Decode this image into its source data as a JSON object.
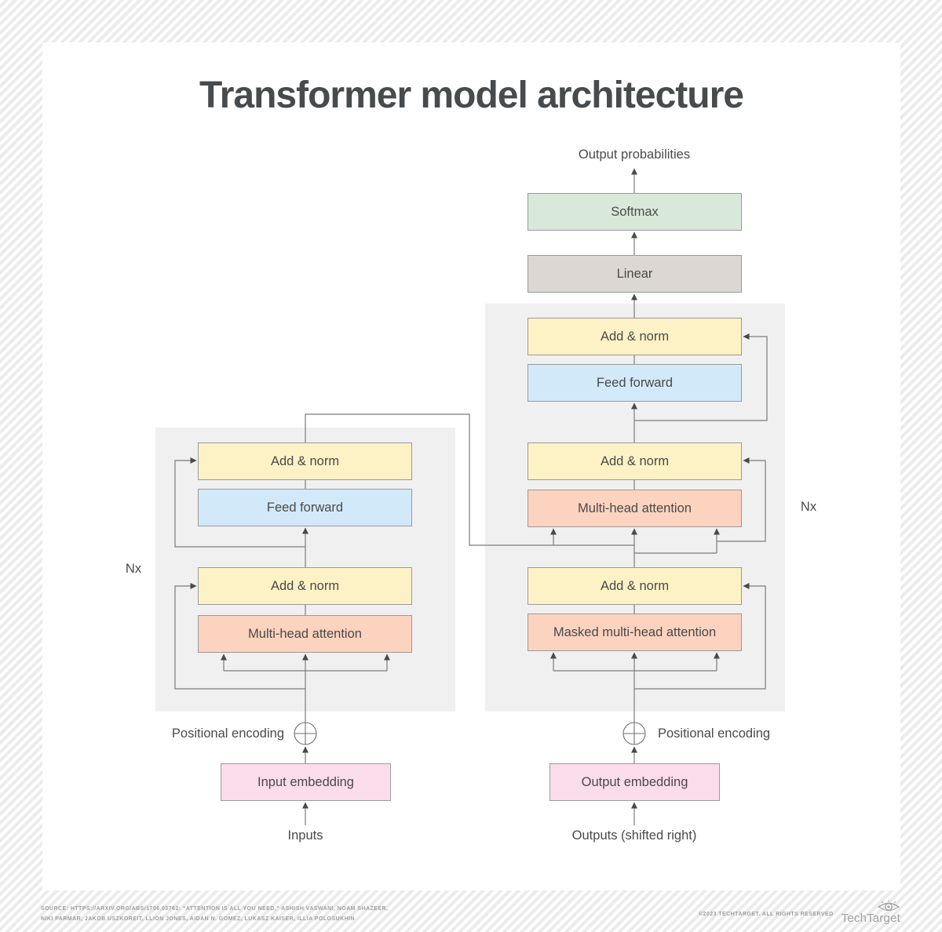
{
  "header": {
    "title": "Transformer model architecture"
  },
  "diagram": {
    "output_probabilities": "Output probabilities",
    "softmax": "Softmax",
    "linear": "Linear",
    "decoder": {
      "blocks": [
        "Add & norm",
        "Feed forward",
        "Add & norm",
        "Multi-head attention",
        "Add & norm",
        "Masked multi-head attention"
      ],
      "nx": "Nx",
      "positional_encoding": "Positional encoding",
      "embedding": "Output embedding",
      "outputs": "Outputs (shifted right)"
    },
    "encoder": {
      "blocks": [
        "Add & norm",
        "Feed forward",
        "Add & norm",
        "Multi-head attention"
      ],
      "nx": "Nx",
      "positional_encoding": "Positional encoding",
      "embedding": "Input embedding",
      "inputs": "Inputs"
    },
    "icons": [
      "plus-circle",
      "plus-circle"
    ],
    "colors": {
      "softmax_green": "#d8e9d9",
      "linear_gray": "#dcd7d2",
      "add_norm_yellow": "#fdf2c5",
      "feed_forward_blue": "#d2e9f9",
      "attention_salmon": "#fbd3bf",
      "embedding_pink": "#fbdcea",
      "panel_gray": "#f0f0f1",
      "wire_gray": "#7c7c7c",
      "title_dark": "#474b4e"
    }
  },
  "footer": {
    "source_line1": "SOURCE: HTTPS://ARXIV.ORG/ABS/1706.03762: “ATTENTION IS ALL YOU NEED,” ASHISH VASWANI, NOAM SHAZEER,",
    "source_line2": "NIKI PARMAR, JAKOB USZKOREIT, LLION JONES, AIDAN N. GOMEZ, LUKASZ KAISER, ILLIA POLOSUKHIN",
    "copyright": "©2023 TECHTARGET. ALL RIGHTS RESERVED",
    "brand": "TechTarget"
  }
}
